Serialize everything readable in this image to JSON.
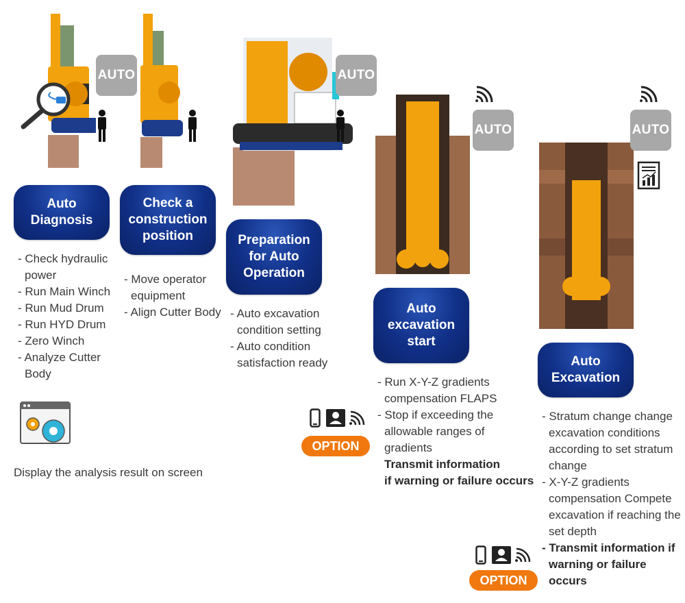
{
  "auto_label": "AUTO",
  "option_label": "OPTION",
  "stages": [
    {
      "title": "Auto Diagnosis",
      "steps": [
        "Check hydraulic power",
        "Run Main Winch",
        "Run Mud Drum",
        "Run HYD Drum",
        "Zero Winch",
        "Analyze Cutter Body"
      ]
    },
    {
      "title": "Check a construction position",
      "steps": [
        "Move operator equipment",
        "Align Cutter Body"
      ]
    },
    {
      "title": "Preparation for Auto Operation",
      "steps": [
        "Auto excavation condition setting",
        "Auto condition satisfaction ready"
      ]
    },
    {
      "title": "Auto excavation start",
      "steps": [
        "Run X-Y-Z gradients compensation FLAPS",
        "Stop if exceeding the allowable ranges of gradients"
      ],
      "notes": [
        "Transmit information",
        "if warning or failure occurs"
      ]
    },
    {
      "title": "Auto Excavation",
      "steps": [
        "Stratum change change excavation conditions according to set stratum change",
        "X-Y-Z gradients compensation Compete excavation if reaching the set depth",
        "Transmit information if warning or failure occurs"
      ]
    }
  ],
  "display_caption": "Display the analysis result on screen",
  "colors": {
    "stage_blue": "#102f86",
    "auto_gray": "#a8a8a8",
    "option_orange": "#f0780e",
    "machine_orange": "#f2a20c",
    "soil_brown": "#8a5a3c"
  },
  "icons": [
    "magnifier-icon",
    "person-icon",
    "signal-icon",
    "report-chart-icon",
    "settings-window-icon",
    "phone-icon",
    "contact-card-icon",
    "wireless-icon"
  ]
}
